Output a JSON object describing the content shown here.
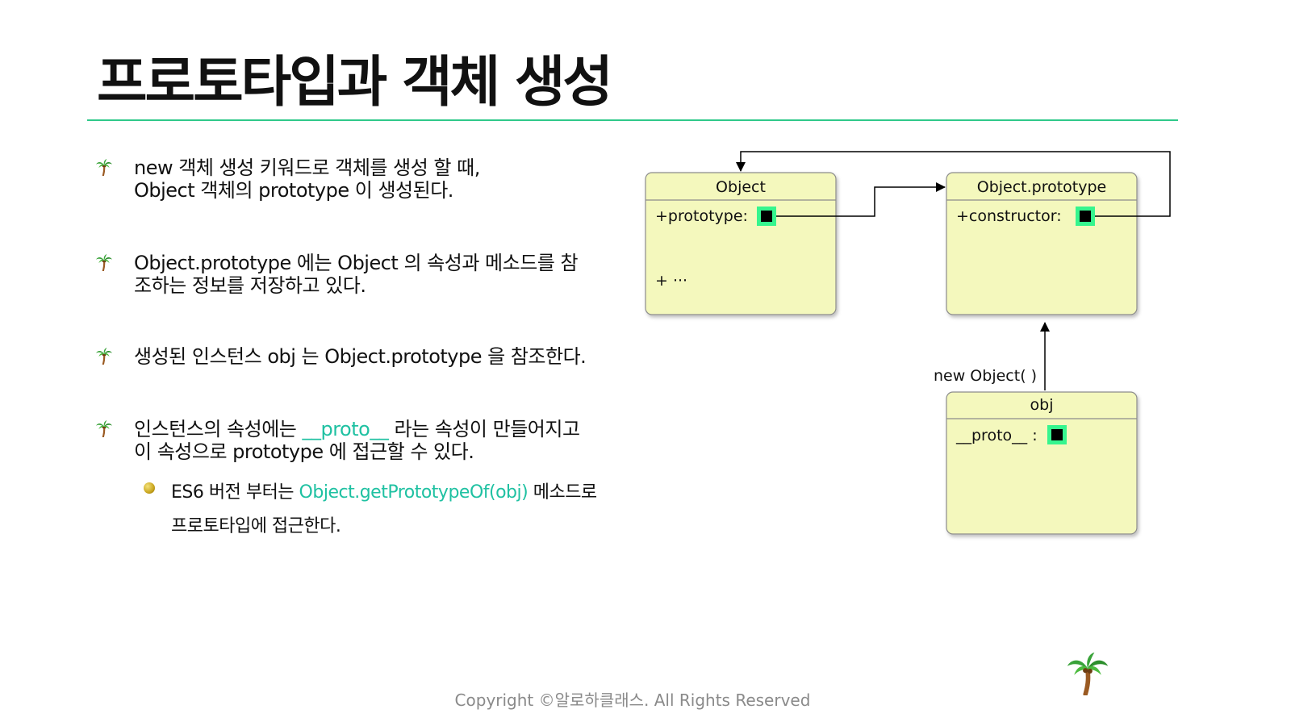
{
  "slide": {
    "title": "프로토타입과 객체 생성"
  },
  "bullets": [
    {
      "lines": [
        "new 객체 생성 키워드로 객체를 생성 할 때,",
        "Object 객체의 prototype 이 생성된다."
      ]
    },
    {
      "lines": [
        "Object.prototype 에는 Object 의 속성과 메소드를 참",
        "조하는 정보를 저장하고 있다."
      ]
    },
    {
      "lines": [
        "생성된 인스턴스 obj 는 Object.prototype 을 참조한다."
      ]
    },
    {
      "line1_pre": "인스턴스의 속성에는 ",
      "line1_hl": "__proto__",
      "line1_post": " 라는 속성이 만들어지고",
      "line2": "이 속성으로 prototype 에 접근할 수 있다."
    }
  ],
  "sub_bullet": {
    "pre": "ES6 버전 부터는 ",
    "hl": "Object.getPrototypeOf(obj)",
    "post": " 메소드로",
    "line2": "프로토타입에 접근한다."
  },
  "diagram": {
    "object_box": {
      "title": "Object",
      "field1": "+prototype:",
      "field2": "+ ···"
    },
    "prototype_box": {
      "title": "Object.prototype",
      "field1": "+constructor:"
    },
    "obj_box": {
      "title": "obj",
      "field1": "__proto__ :"
    },
    "new_label": "new Object( )"
  },
  "footer": {
    "copyright": "Copyright ©알로하클래스. All Rights Reserved"
  },
  "colors": {
    "accent": "#2fc98a",
    "highlight_text": "#1fc1a2",
    "box_fill": "#f4f8bd",
    "pointer_square": "#36f58e"
  }
}
